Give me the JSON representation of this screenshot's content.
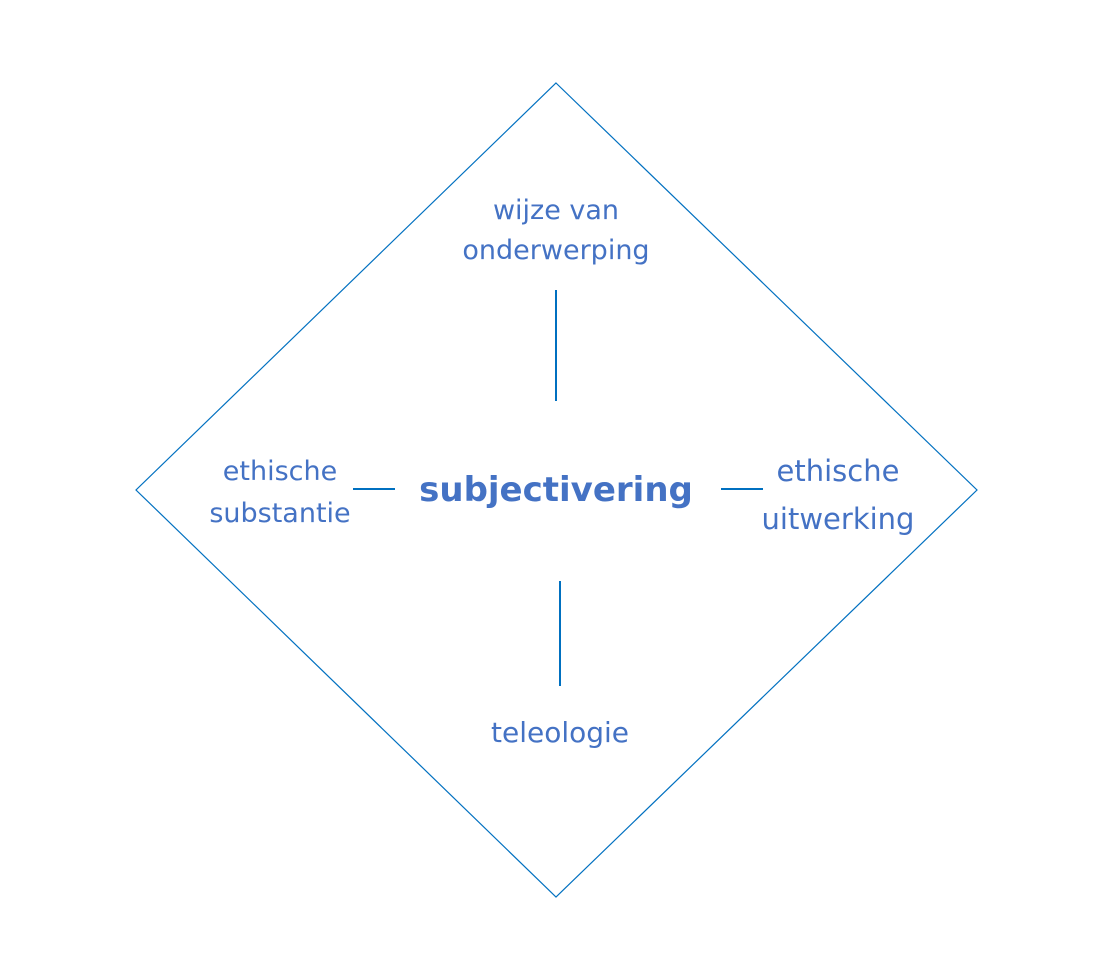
{
  "diagram": {
    "title": "subjectivering",
    "shape": "diamond",
    "colors": {
      "text": "#4472C4",
      "outline": "#0070C0",
      "connector": "#0070C0",
      "background": "#ffffff"
    },
    "center": {
      "label": "subjectivering"
    },
    "nodes": {
      "top": {
        "line1": "wijze van",
        "line2": "onderwerping"
      },
      "left": {
        "line1": "ethische",
        "line2": "substantie"
      },
      "right": {
        "line1": "ethische",
        "line2": "uitwerking"
      },
      "bottom": {
        "line1": "teleologie"
      }
    },
    "connections": [
      {
        "from": "center",
        "to": "top"
      },
      {
        "from": "center",
        "to": "left"
      },
      {
        "from": "center",
        "to": "right"
      },
      {
        "from": "center",
        "to": "bottom"
      }
    ]
  }
}
